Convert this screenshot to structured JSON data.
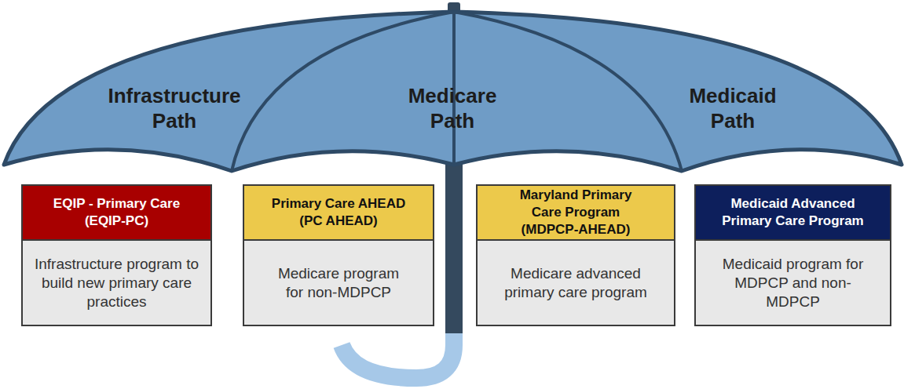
{
  "diagram": {
    "nodes": [
      {
        "text": [
          "EQIP - Primary Care (EQIP-PC)",
          "Infrastructure program to build new primary care practices"
        ]
      },
      {
        "text": [
          "Primary Care AHEAD (PC AHEAD)",
          "Medicare program for non-MDPCP"
        ]
      },
      {
        "text": [
          "Maryland Primary Care Program (MDPCP-AHEAD)",
          "Medicare advanced primary care program"
        ]
      },
      {
        "text": [
          "Medicaid Advanced Primary Care Program",
          "Medicaid program for MDPCP and non-MDPCP"
        ]
      }
    ],
    "labels": [
      "Infrastructure Path",
      "Medicare Path",
      "Medicaid Path"
    ]
  }
}
